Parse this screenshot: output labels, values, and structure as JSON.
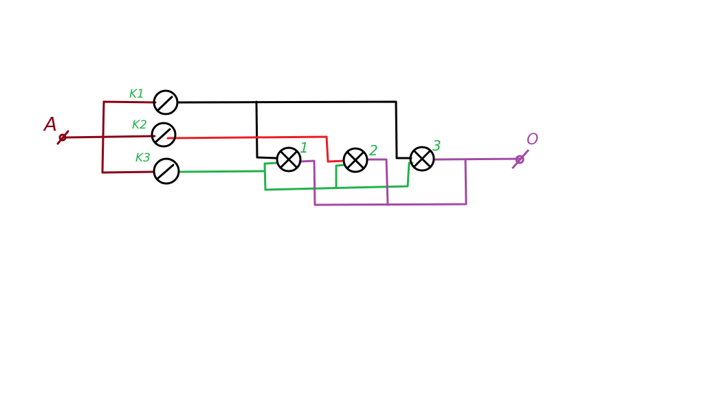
{
  "colors": {
    "dark_red": "#880015",
    "red": "#ed1c24",
    "black": "#000000",
    "green": "#22b14c",
    "purple": "#a349a4"
  },
  "terminals": {
    "input": "A",
    "output": "O"
  },
  "switches": [
    {
      "label": "K1"
    },
    {
      "label": "K2"
    },
    {
      "label": "K3"
    }
  ],
  "lamps": [
    {
      "label": "1"
    },
    {
      "label": "2"
    },
    {
      "label": "3"
    }
  ]
}
